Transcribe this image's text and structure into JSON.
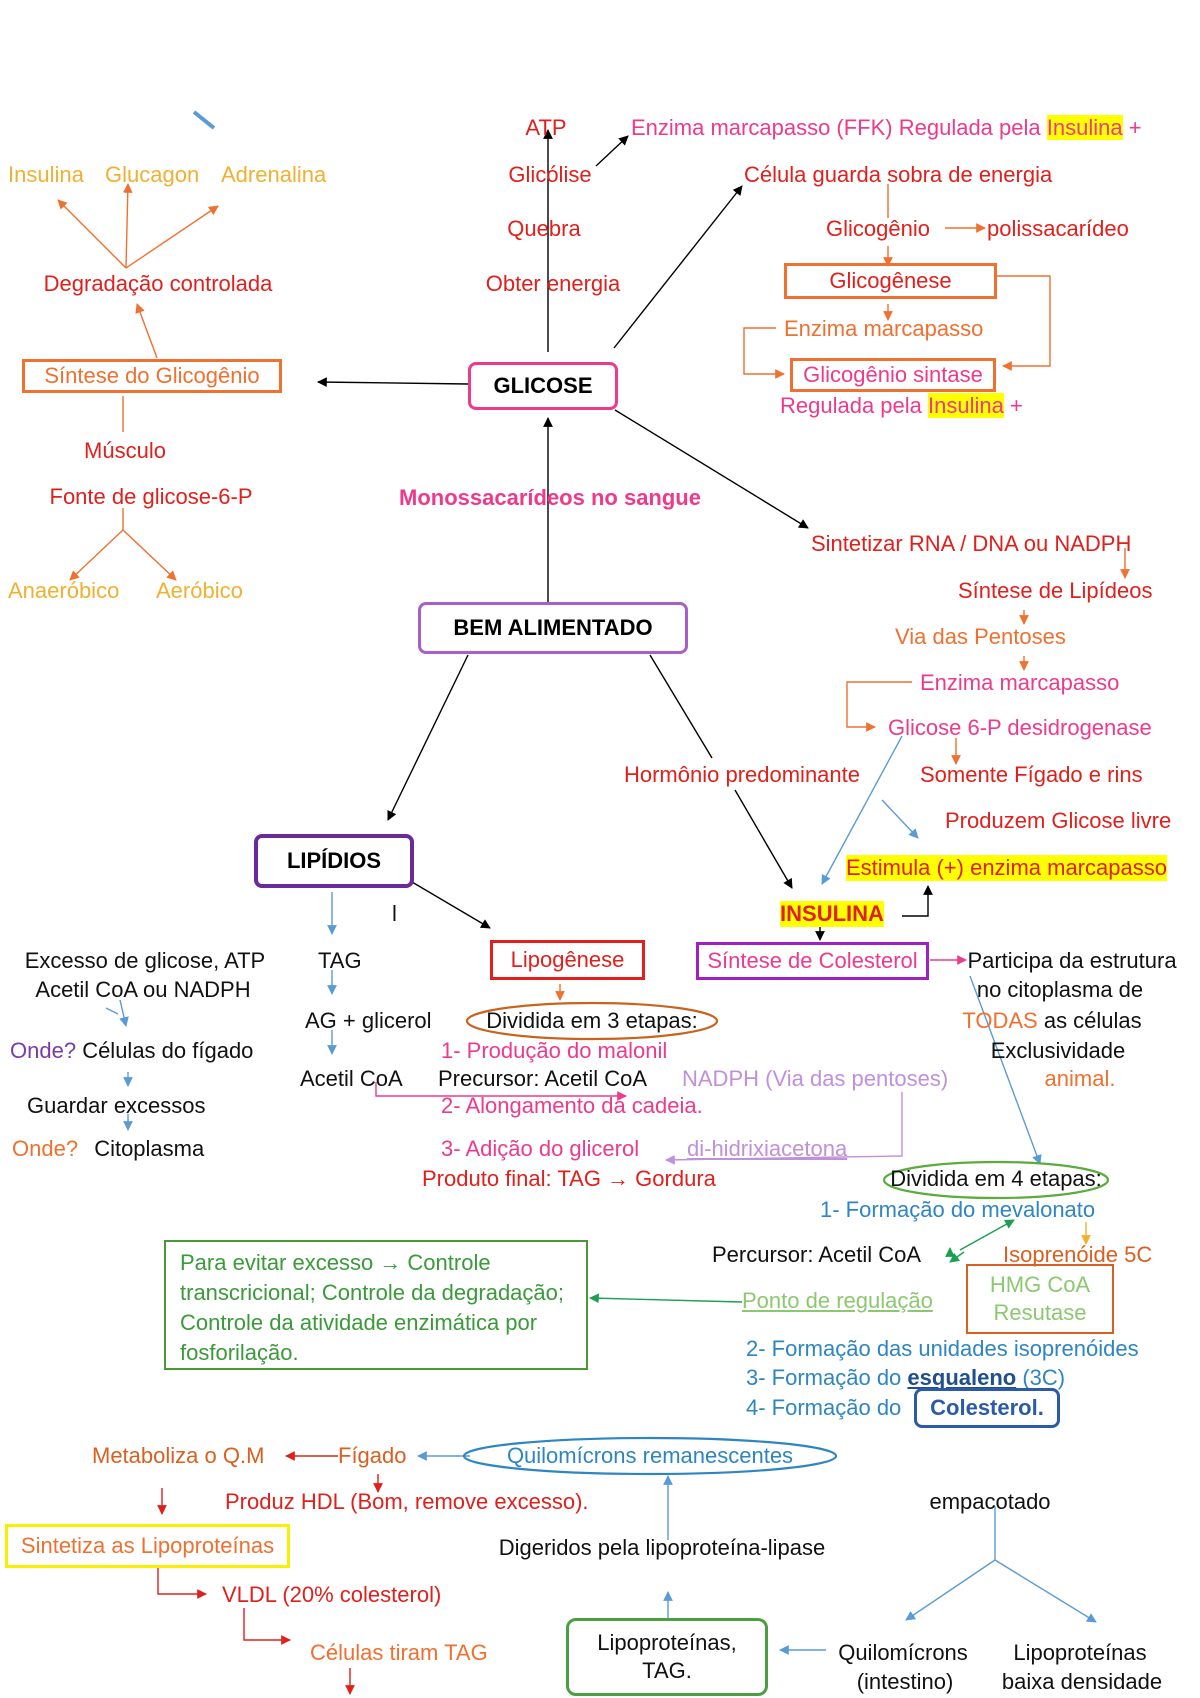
{
  "central": {
    "glicose": "GLICOSE",
    "mono": "Monossacarídeos no sangue",
    "bem": "BEM ALIMENTADO",
    "lipidios": "LIPÍDIOS",
    "hormonio": "Hormônio predominante",
    "insulina": "INSULINA"
  },
  "glicolise": {
    "atp": "ATP",
    "glicolise": "Glicólise",
    "quebra": "Quebra",
    "obter": "Obter energia",
    "enzima_pre": "Enzima marcapasso (FFK) Regulada pela ",
    "enzima_hl": "Insulina",
    "enzima_post": " +"
  },
  "glicogenese": {
    "celula": "Célula guarda sobra de energia",
    "glicogenio": "Glicogênio",
    "polissacarideo": "polissacarídeo",
    "glicogenese": "Glicogênese",
    "enzima": "Enzima marcapasso",
    "sintase": "Glicogênio sintase",
    "regulada_pre": "Regulada pela ",
    "regulada_hl": "Insulina",
    "regulada_post": " +"
  },
  "sintese_glicogenio": {
    "insulina": "Insulina",
    "glucagon": "Glucagon",
    "adrenalina": "Adrenalina",
    "degradacao": "Degradação controlada",
    "sintese": "Síntese do Glicogênio",
    "musculo": "Músculo",
    "fonte": "Fonte de glicose-6-P",
    "anaerobico": "Anaeróbico",
    "aerobico": "Aeróbico"
  },
  "pentoses": {
    "sintetizar": "Sintetizar RNA / DNA ou NADPH",
    "sintese_lip": "Síntese de Lipídeos",
    "via": "Via das Pentoses",
    "enzima": "Enzima marcapasso",
    "g6pd": "Glicose 6-P desidrogenase",
    "somente": "Somente Fígado e rins",
    "produzem": "Produzem Glicose livre",
    "estimula": "Estimula (+) enzima marcapasso"
  },
  "lipidios_left": {
    "excesso1": "Excesso de glicose, ATP",
    "excesso2": "Acetil CoA ou NADPH",
    "onde1_q": "Onde?",
    "onde1_a": "Células do fígado",
    "guardar": "Guardar excessos",
    "onde2_q": "Onde?",
    "onde2_a": "Citoplasma",
    "tag": "TAG",
    "ag": "AG + glicerol",
    "acetil": "Acetil CoA",
    "bar": "l"
  },
  "lipogenese": {
    "title": "Lipogênese",
    "dividida": "Dividida em 3 etapas:",
    "step1": "1- Produção do malonil",
    "precursor": "Precursor: Acetil CoA",
    "nadph": "NADPH (Via das pentoses)",
    "step2": "2- Alongamento da cadeia.",
    "step3": "3- Adição do glicerol",
    "di": "di-hidrixiacetona",
    "produto": "Produto final: TAG → Gordura"
  },
  "colesterol": {
    "sintese": "Síntese de Colesterol",
    "participa1": "Participa da estrutura",
    "participa2": "no citoplasma de",
    "todas": "TODAS",
    "as_celulas": " as células",
    "exclusividade": "Exclusividade",
    "animal": "animal.",
    "dividida4": "Dividida em 4 etapas:",
    "step1": "1- Formação do mevalonato",
    "precursor": "Percursor: Acetil CoA",
    "isoprenoide": "Isoprenóide 5C",
    "hmg1": "HMG CoA",
    "hmg2": "Resutase",
    "ponto": "Ponto de regulação",
    "evitar": "Para evitar excesso → Controle transcricional; Controle da degradação; Controle da atividade enzimática por fosforilação.",
    "step2": "2- Formação das unidades isoprenóides",
    "step3_pre": "3- Formação do ",
    "step3_b": "esqualeno",
    "step3_post": " (3C)",
    "step4": "4- Formação do",
    "colesterol": "Colesterol."
  },
  "lipoproteinas": {
    "metaboliza": "Metaboliza o Q.M",
    "figado": "Fígado",
    "quilo_rem": "Quilomícrons remanescentes",
    "hdl": "Produz HDL (Bom, remove excesso).",
    "sintetiza": "Sintetiza as Lipoproteínas",
    "digeridos": "Digeridos pela lipoproteína-lipase",
    "empacotado": "empacotado",
    "vldl": "VLDL (20% colesterol)",
    "celulas": "Células tiram TAG",
    "lipo_tag1": "Lipoproteínas,",
    "lipo_tag2": "TAG.",
    "quilo1": "Quilomícrons",
    "quilo2": "(intestino)",
    "baixa1": "Lipoproteínas",
    "baixa2": "baixa densidade"
  }
}
